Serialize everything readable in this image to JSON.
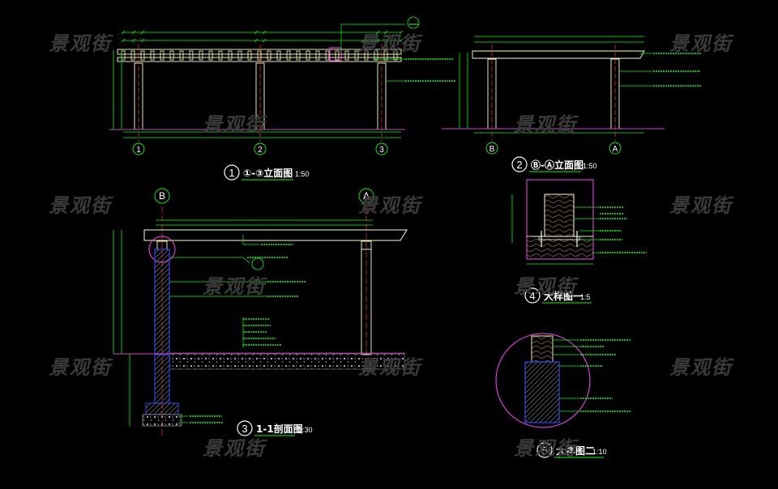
{
  "watermark": "景观街",
  "colors": {
    "background": "#000000",
    "wood": "#ffffbe",
    "dimension": "#00ff00",
    "leader": "#00ff00",
    "grid": "#00ff00",
    "column_center": "#ff3333",
    "ground": "#cc44cc",
    "highlight": "#ff44ff",
    "concrete": "#c0c0c0",
    "steel": "#3344ff",
    "grain": "#8a6a40",
    "title_text": "#ffffff",
    "title_underline": "#00ff00"
  },
  "views": {
    "elevation_1_3": {
      "number": "1",
      "title": "①-③立面图",
      "scale": "1:50",
      "grid_labels": [
        "1",
        "2",
        "3"
      ]
    },
    "elevation_b_a": {
      "number": "2",
      "title": "Ⓑ-Ⓐ立面图",
      "scale": "1:50",
      "grid_labels": [
        "B",
        "A"
      ]
    },
    "section_1_1": {
      "number": "3",
      "title": "1-1剖面图",
      "scale": "1:30",
      "grid_labels": [
        "B",
        "A"
      ]
    },
    "detail_1": {
      "number": "4",
      "title": "大样图一",
      "scale": "1:5"
    },
    "detail_2": {
      "number": "5",
      "title": "大样图二",
      "scale": "1:10"
    }
  }
}
